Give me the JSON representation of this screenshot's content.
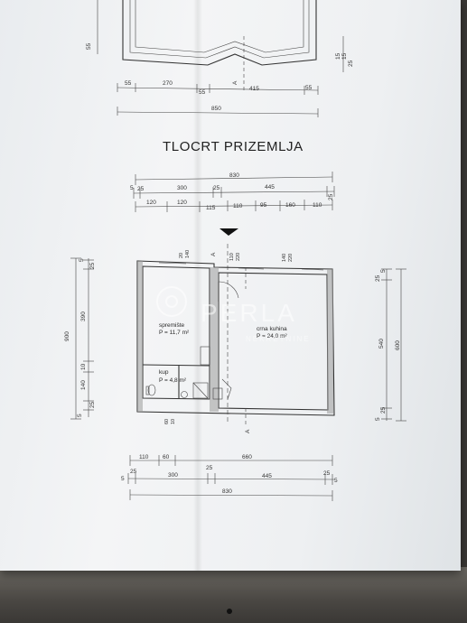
{
  "title": "TLOCRT PRIZEMLJA",
  "watermark": {
    "brand": "PERLA",
    "sub": "NEKRETNINE"
  },
  "section_mark": "A",
  "rooms": [
    {
      "name": "spremište",
      "area": "P = 11,7 m²"
    },
    {
      "name": "crna kuhina",
      "area": "P = 24,0 m²"
    },
    {
      "name": "kup",
      "area": "P = 4,8 m²"
    }
  ],
  "top_partial": {
    "row1": [
      "55",
      "270",
      "55",
      "415",
      "55"
    ],
    "total": "850",
    "left_small": "55",
    "right_small": [
      "15",
      "15",
      "25"
    ]
  },
  "top_dims": {
    "total": "830",
    "row2": [
      "5",
      "25",
      "300",
      "25",
      "445",
      "25"
    ],
    "row3": [
      "120",
      "120",
      "115",
      "110",
      "95",
      "160",
      "110"
    ]
  },
  "window_dims": {
    "w1": [
      "20",
      "140"
    ],
    "w2": [
      "110",
      "220"
    ],
    "w3": [
      "140",
      "220"
    ]
  },
  "left_dims": {
    "total": "900",
    "parts": [
      "390",
      "10",
      "140",
      "25"
    ],
    "top": [
      "5",
      "25"
    ],
    "bottom": [
      "5"
    ]
  },
  "right_dims": {
    "total": "600",
    "parts": [
      "540"
    ],
    "top": [
      "25",
      "5"
    ],
    "bottom": [
      "5",
      "25"
    ]
  },
  "bottom_dims": {
    "row1": [
      "110",
      "60",
      "660"
    ],
    "row2": [
      "5",
      "25",
      "300",
      "25",
      "445",
      "25",
      "5"
    ],
    "total": "830",
    "inner": [
      "60",
      "10"
    ]
  }
}
